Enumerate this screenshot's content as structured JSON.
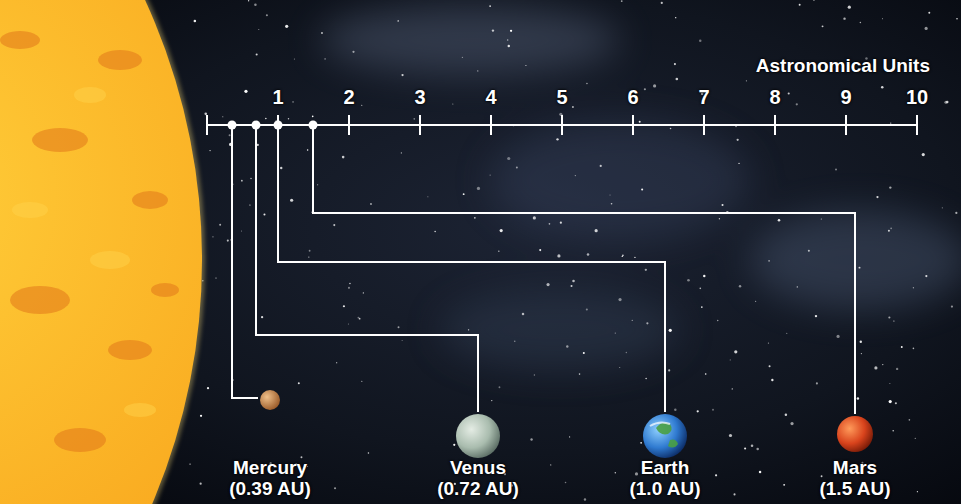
{
  "diagram": {
    "labels": [
      "Astronomical Units",
      "1",
      "2",
      "3",
      "4",
      "5",
      "6",
      "7",
      "8",
      "9",
      "10",
      "Mercury",
      "(0.39 AU)",
      "Venus",
      "(0.72 AU)",
      "Earth",
      "(1.0 AU)",
      "Mars",
      "(1.5 AU)"
    ]
  }
}
